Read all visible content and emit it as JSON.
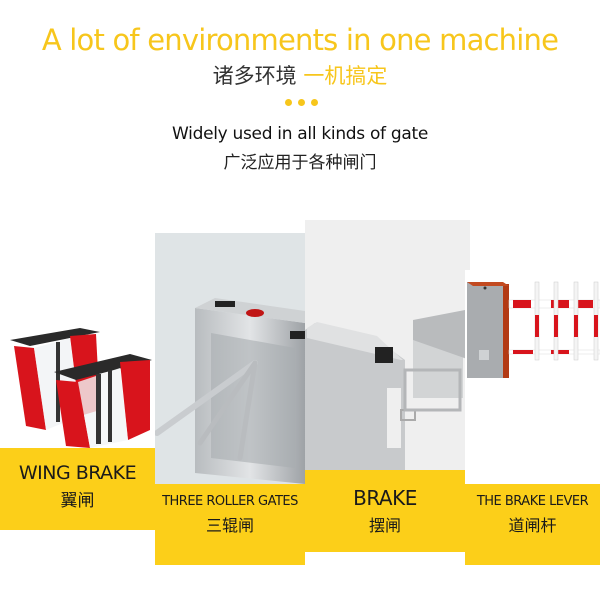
{
  "header": {
    "headline": "A lot of environments in one machine",
    "subline_dark": "诸多环境",
    "subline_accent": "一机搞定",
    "dots_count": 3,
    "description_en": "Widely used in all kinds of gate",
    "description_cn": "广泛应用于各种闸门"
  },
  "colors": {
    "accent_yellow": "#fccf19",
    "headline_yellow": "#f7c61c",
    "text_dark": "#1a1a1a",
    "gate_red": "#d8141c"
  },
  "products": [
    {
      "label_en": "WING BRAKE",
      "label_cn": "翼闸",
      "image": "wing-gate-image"
    },
    {
      "label_en": "THREE ROLLER GATES",
      "label_cn": "三辊闸",
      "image": "tripod-turnstile-image"
    },
    {
      "label_en": "BRAKE",
      "label_cn": "摆闸",
      "image": "swing-gate-image"
    },
    {
      "label_en": "THE BRAKE LEVER",
      "label_cn": "道闸杆",
      "image": "barrier-gate-image"
    }
  ]
}
